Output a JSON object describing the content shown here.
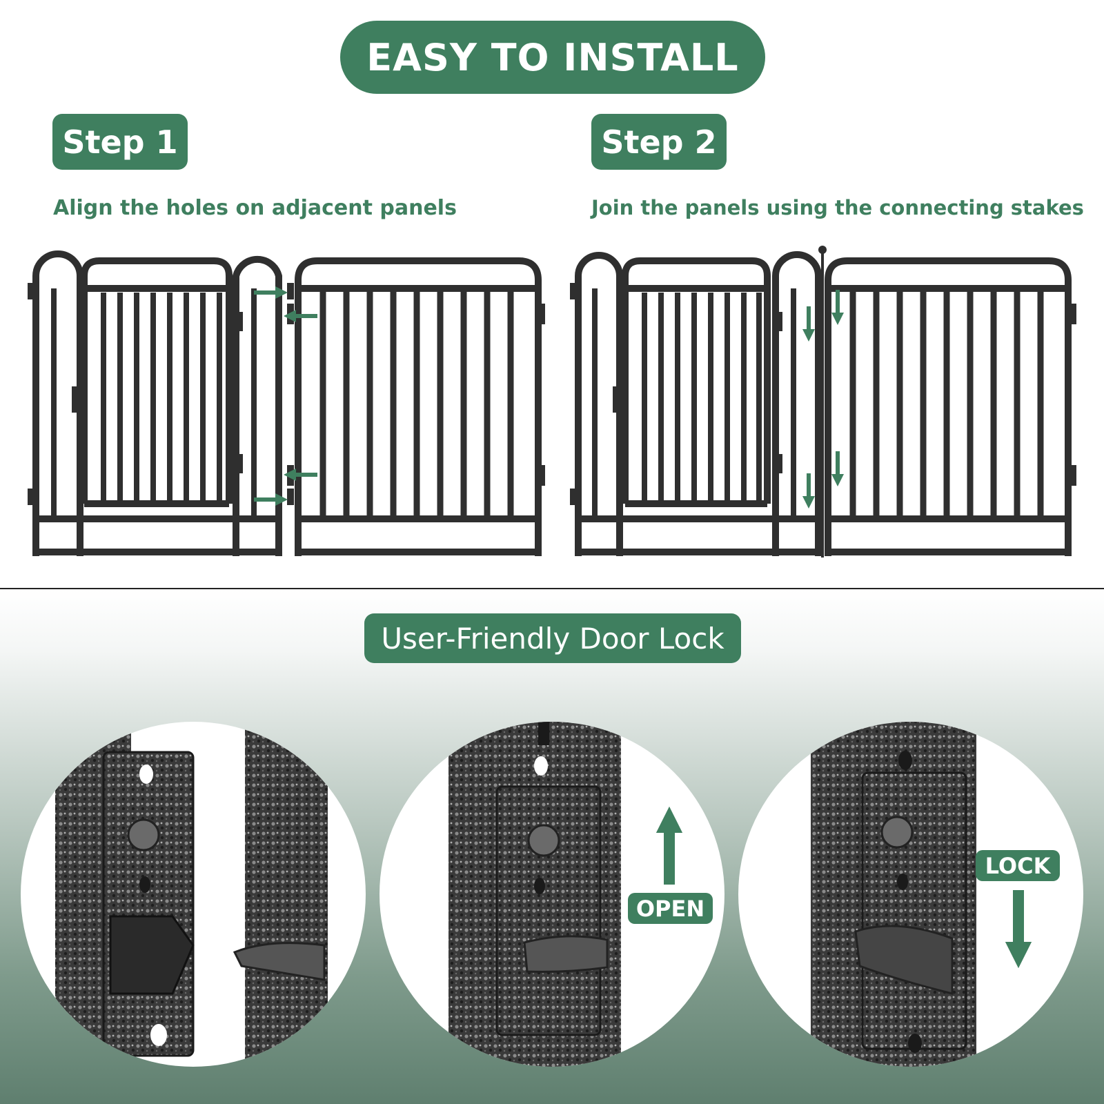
{
  "header": {
    "title": "EASY TO INSTALL"
  },
  "steps": [
    {
      "badge": "Step 1",
      "description": "Align the holes on adjacent panels"
    },
    {
      "badge": "Step 2",
      "description": "Join the panels using the connecting stakes"
    }
  ],
  "door_lock": {
    "title": "User-Friendly Door Lock",
    "open_label": "OPEN",
    "lock_label": "LOCK"
  },
  "colors": {
    "accent": "#3f7f5f",
    "metal": "#2f2f2f",
    "background": "#ffffff"
  },
  "icons": [
    "arrow-right-icon",
    "arrow-left-icon",
    "arrow-down-icon",
    "arrow-up-icon"
  ]
}
